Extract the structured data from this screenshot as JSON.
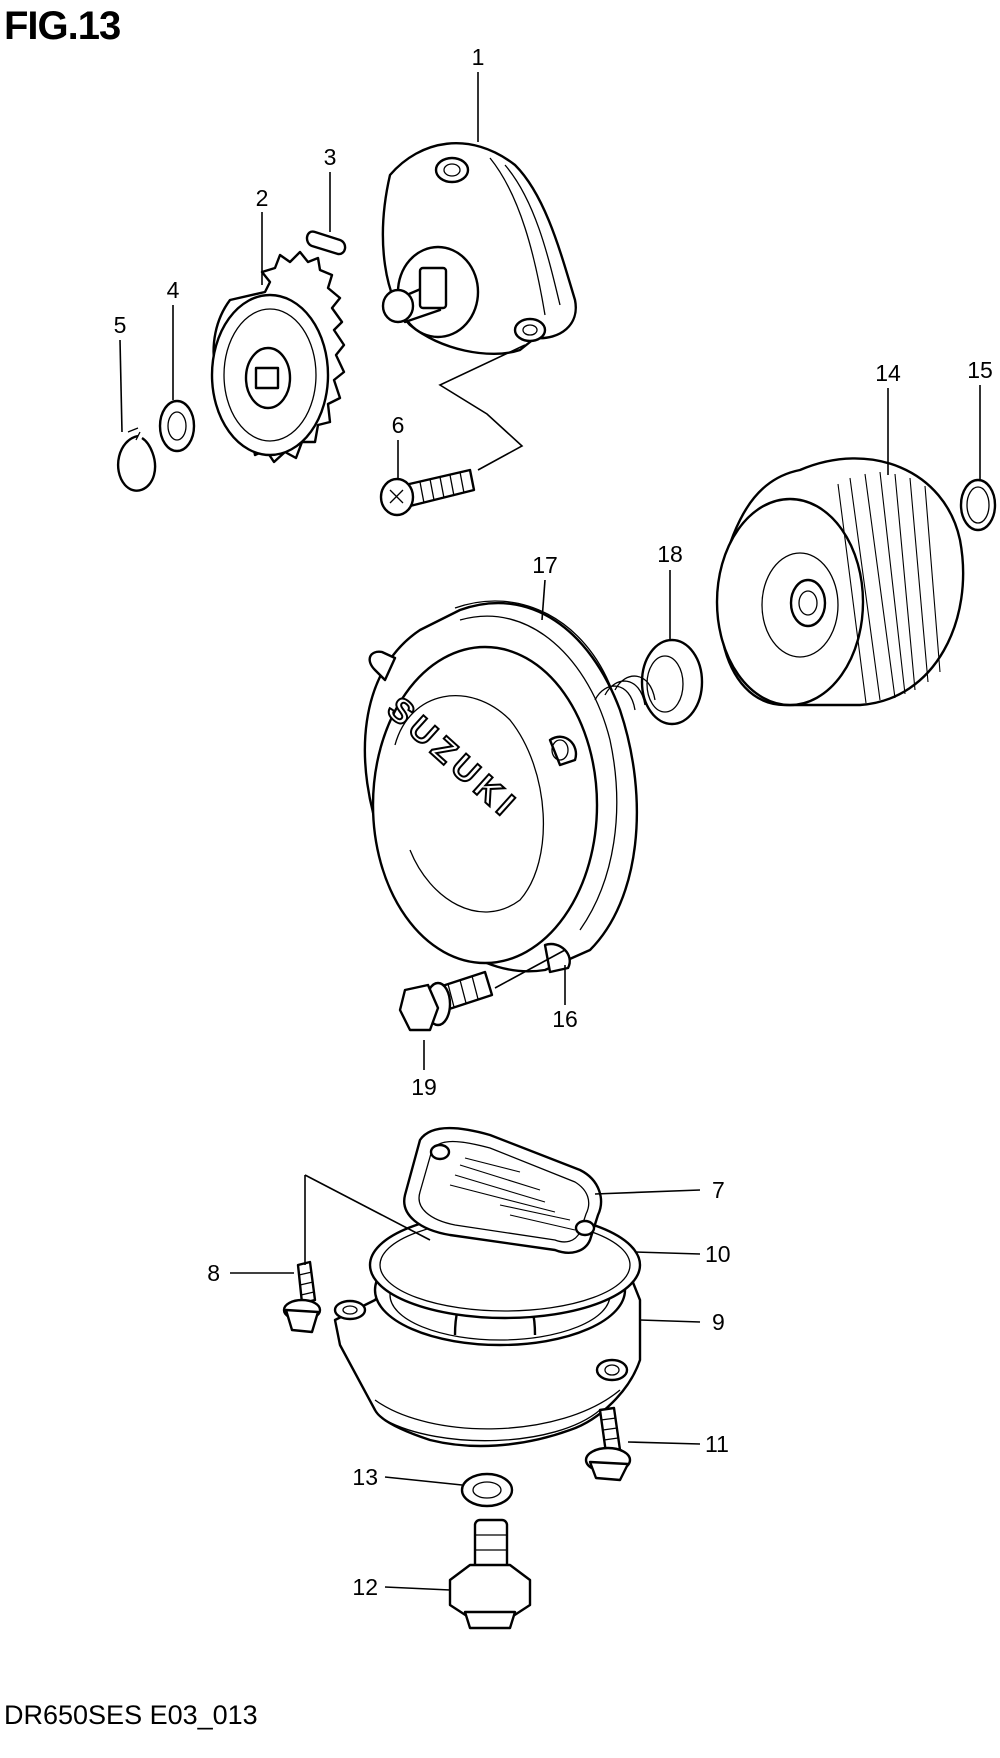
{
  "figure": {
    "title": "FIG.13",
    "footer": "DR650SES E03_013"
  },
  "cover_emboss": "SUZUKI",
  "callouts": [
    {
      "id": "c1",
      "label": "1"
    },
    {
      "id": "c2",
      "label": "2"
    },
    {
      "id": "c3",
      "label": "3"
    },
    {
      "id": "c4",
      "label": "4"
    },
    {
      "id": "c5",
      "label": "5"
    },
    {
      "id": "c6",
      "label": "6"
    },
    {
      "id": "c7",
      "label": "7"
    },
    {
      "id": "c8",
      "label": "8"
    },
    {
      "id": "c9",
      "label": "9"
    },
    {
      "id": "c10",
      "label": "10"
    },
    {
      "id": "c11",
      "label": "11"
    },
    {
      "id": "c12",
      "label": "12"
    },
    {
      "id": "c13",
      "label": "13"
    },
    {
      "id": "c14",
      "label": "14"
    },
    {
      "id": "c15",
      "label": "15"
    },
    {
      "id": "c16",
      "label": "16"
    },
    {
      "id": "c17",
      "label": "17"
    },
    {
      "id": "c18",
      "label": "18"
    },
    {
      "id": "c19",
      "label": "19"
    }
  ]
}
